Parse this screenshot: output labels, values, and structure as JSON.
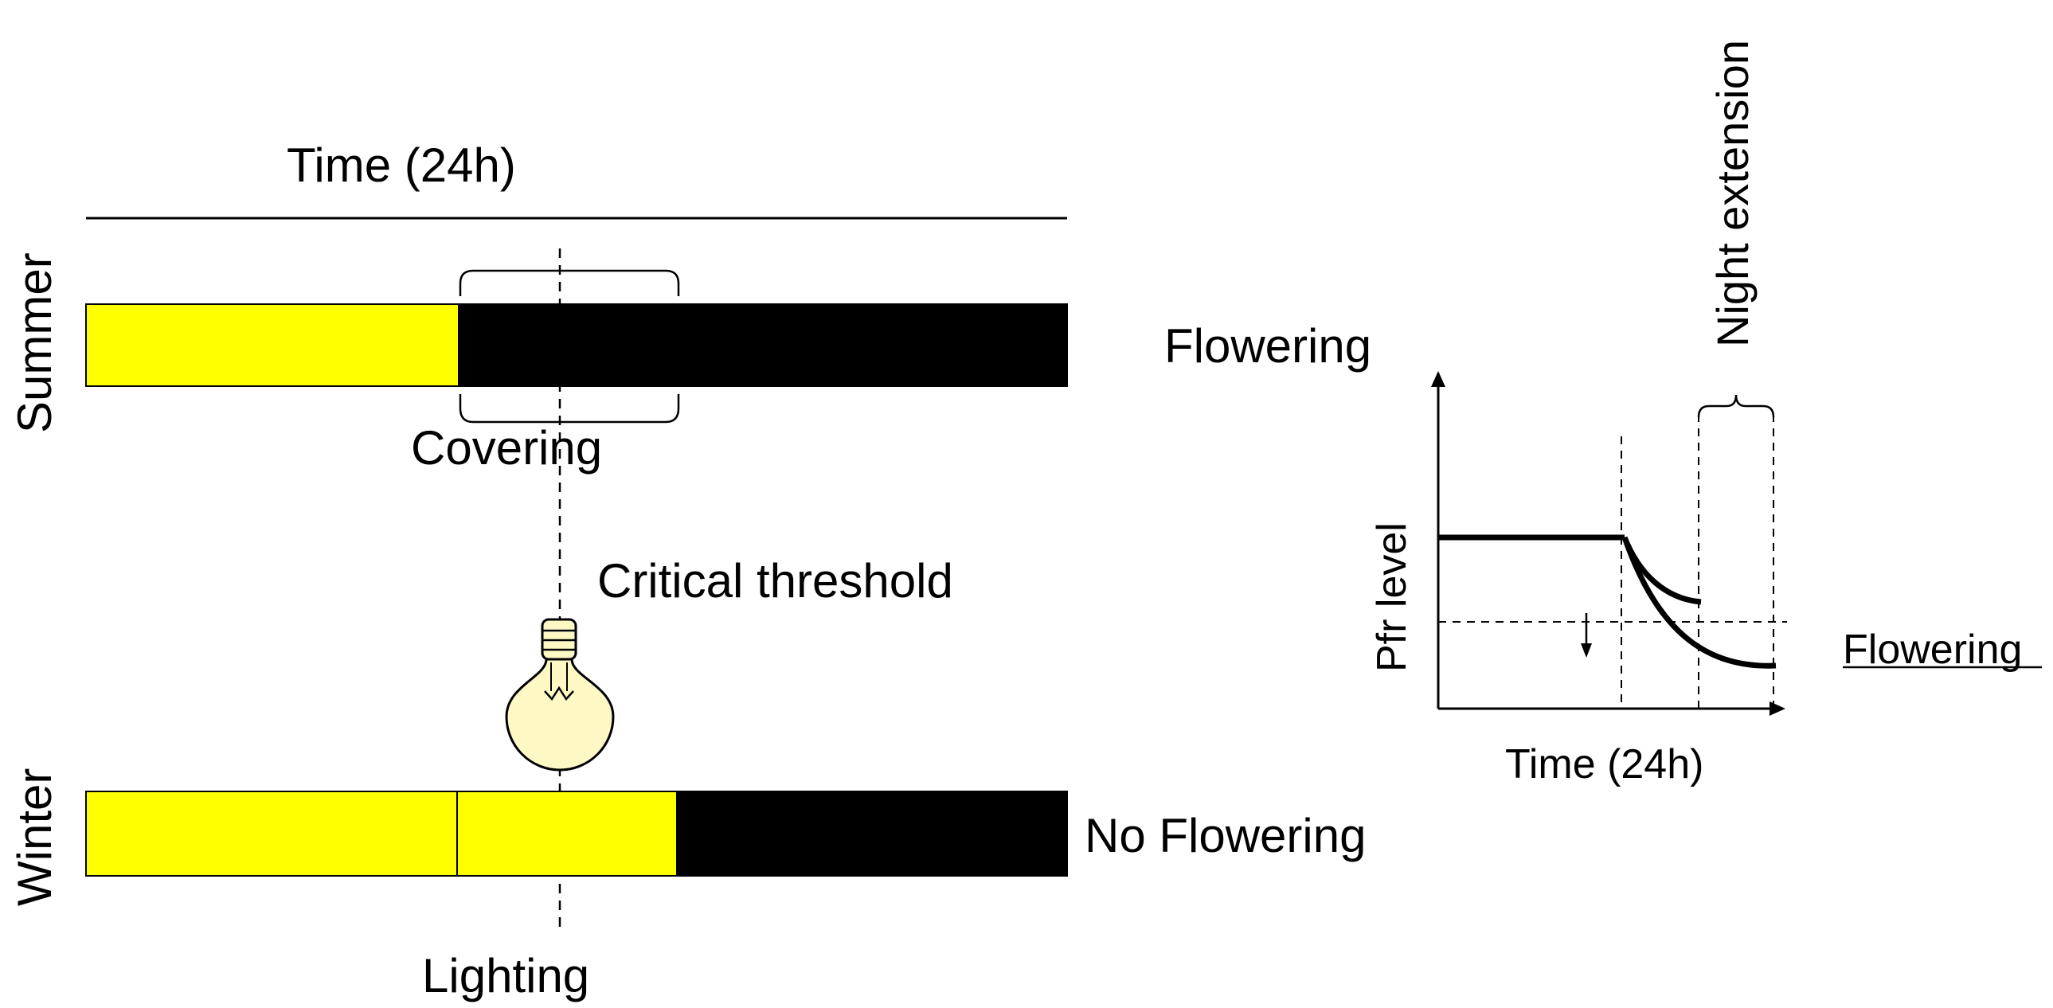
{
  "labels": {
    "time_24h_top": "Time (24h)",
    "summer": "Summer",
    "winter": "Winter",
    "covering": "Covering",
    "critical_threshold": "Critical threshold",
    "lighting": "Lighting",
    "flowering_top": "Flowering",
    "no_flowering": "No Flowering",
    "night_extension": "Night extension",
    "pfr_level": "Pfr level",
    "time_24h_graph": "Time (24h)",
    "flowering_right": "Flowering"
  },
  "colors": {
    "light_period": "#ffff00",
    "dark_period": "#000000",
    "bulb_fill": "#fdf8c4",
    "line": "#000000",
    "background": "#ffffff"
  },
  "icons": {
    "bulb": "light-bulb-icon"
  }
}
